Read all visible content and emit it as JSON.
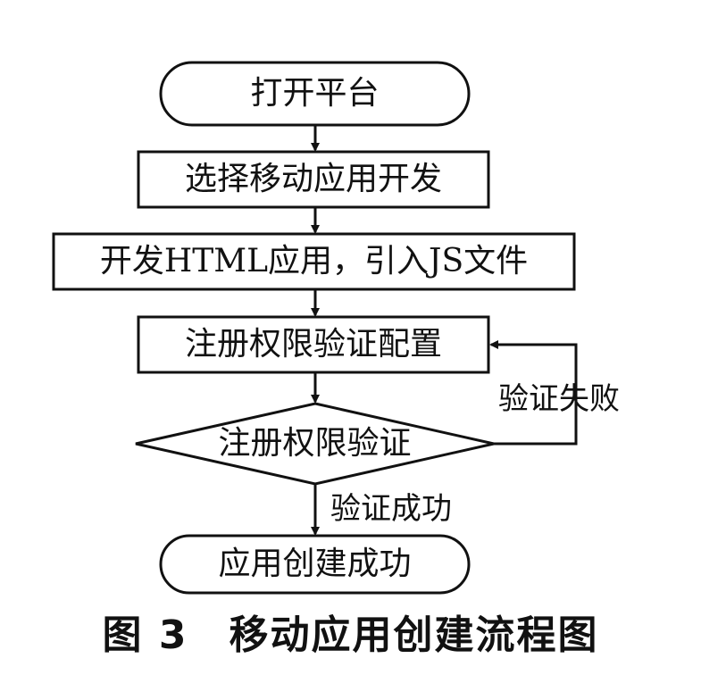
{
  "diagram": {
    "nodes": [
      {
        "id": "start",
        "shape": "terminal",
        "label": "打开平台"
      },
      {
        "id": "select",
        "shape": "process",
        "label": "选择移动应用开发"
      },
      {
        "id": "develop",
        "shape": "process",
        "label": "开发HTML应用，引入JS文件"
      },
      {
        "id": "config",
        "shape": "process",
        "label": "注册权限验证配置"
      },
      {
        "id": "verify",
        "shape": "decision",
        "label": "注册权限验证"
      },
      {
        "id": "end",
        "shape": "terminal",
        "label": "应用创建成功"
      }
    ],
    "edges": [
      {
        "from": "start",
        "to": "select",
        "label": ""
      },
      {
        "from": "select",
        "to": "develop",
        "label": ""
      },
      {
        "from": "develop",
        "to": "config",
        "label": ""
      },
      {
        "from": "config",
        "to": "verify",
        "label": ""
      },
      {
        "from": "verify",
        "to": "end",
        "label": "验证成功"
      },
      {
        "from": "verify",
        "to": "config",
        "label": "验证失败"
      }
    ],
    "caption": "图 3　移动应用创建流程图"
  }
}
